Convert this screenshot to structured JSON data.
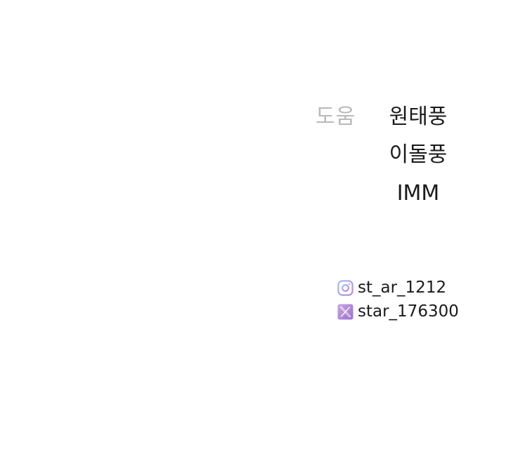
{
  "credits": {
    "label": "도움",
    "names": [
      "원태풍",
      "이돌풍",
      "IMM"
    ]
  },
  "socials": [
    {
      "icon": "instagram-icon",
      "handle": "st_ar_1212"
    },
    {
      "icon": "x-twitter-icon",
      "handle": "star_176300"
    }
  ],
  "colors": {
    "label": "#b9b9b9",
    "text": "#1a1a1a",
    "icon_gradient_start": "#a9c4e6",
    "icon_gradient_end": "#b98ad9"
  }
}
